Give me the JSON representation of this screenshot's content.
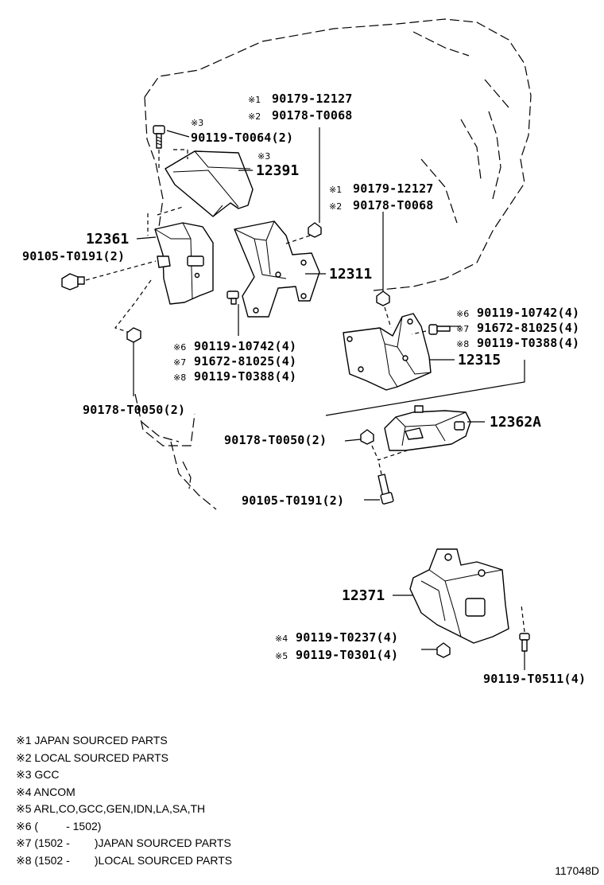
{
  "figure_id": "117048D",
  "labels": {
    "r1_m": "※1",
    "r1_p": "90179-12127",
    "r2_m": "※2",
    "r2_p": "90178-T0068",
    "bolt_top_m": "※3",
    "bolt_top_p": "90119-T0064(2)",
    "cover_m": "※3",
    "cover_p": "12391",
    "r3_m": "※1",
    "r3_p": "90179-12127",
    "r4_m": "※2",
    "r4_p": "90178-T0068",
    "insul": "12361",
    "nut_left": "90105-T0191(2)",
    "bracket": "12311",
    "b1_m": "※6",
    "b1_p": "90119-10742(4)",
    "b2_m": "※7",
    "b2_p": "91672-81025(4)",
    "b3_m": "※8",
    "b3_p": "90119-T0388(4)",
    "r6_m": "※6",
    "r6_p": "90119-10742(4)",
    "r7_m": "※7",
    "r7_p": "91672-81025(4)",
    "r8_m": "※8",
    "r8_p": "90119-T0388(4)",
    "bracket_r": "12315",
    "nut_lower_left": "90178-T0050(2)",
    "insul_r": "12362A",
    "nut_r": "90178-T0050(2)",
    "bolt_r": "90105-T0191(2)",
    "rear_mount": "12371",
    "rm1_m": "※4",
    "rm1_p": "90119-T0237(4)",
    "rm2_m": "※5",
    "rm2_p": "90119-T0301(4)",
    "rm_bolt": "90119-T0511(4)"
  },
  "notes": [
    "※1 JAPAN SOURCED PARTS",
    "※2 LOCAL SOURCED PARTS",
    "※3 GCC",
    "※4 ANCOM",
    "※5 ARL,CO,GCC,GEN,IDN,LA,SA,TH",
    "※6 (         - 1502)",
    "※7 (1502 -        )JAPAN SOURCED PARTS",
    "※8 (1502 -        )LOCAL SOURCED PARTS"
  ]
}
